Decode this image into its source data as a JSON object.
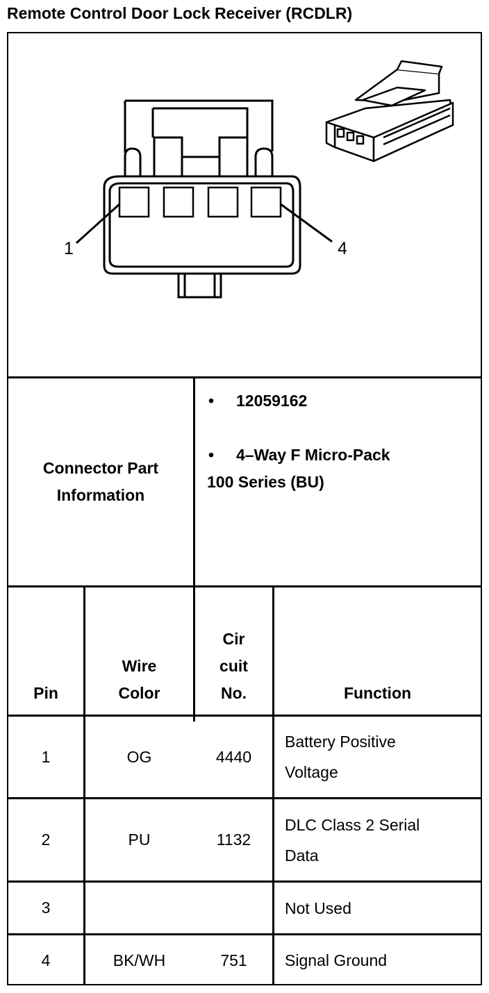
{
  "title": "Remote Control Door Lock Receiver (RCDLR)",
  "diagram": {
    "pin_label_left": "1",
    "pin_label_right": "4"
  },
  "connector_part": {
    "label_line1": "Connector Part",
    "label_line2": "Information",
    "bullet_symbol": "•",
    "part_number": "12059162",
    "description_line1": "4–Way F Micro-Pack",
    "description_line2": "100 Series (BU)"
  },
  "table": {
    "headers": {
      "pin": "Pin",
      "wire_color_line1": "Wire",
      "wire_color_line2": "Color",
      "circuit_line1": "Cir",
      "circuit_line2": "cuit",
      "circuit_line3": "No.",
      "function": "Function"
    },
    "rows": [
      {
        "pin": "1",
        "wire_color": "OG",
        "circuit": "4440",
        "function_line1": "Battery Positive",
        "function_line2": "Voltage"
      },
      {
        "pin": "2",
        "wire_color": "PU",
        "circuit": "1132",
        "function_line1": "DLC Class 2 Serial",
        "function_line2": "Data"
      },
      {
        "pin": "3",
        "wire_color": "",
        "circuit": "",
        "function_line1": "Not Used",
        "function_line2": ""
      },
      {
        "pin": "4",
        "wire_color": "BK/WH",
        "circuit": "751",
        "function_line1": "Signal Ground",
        "function_line2": ""
      }
    ]
  }
}
